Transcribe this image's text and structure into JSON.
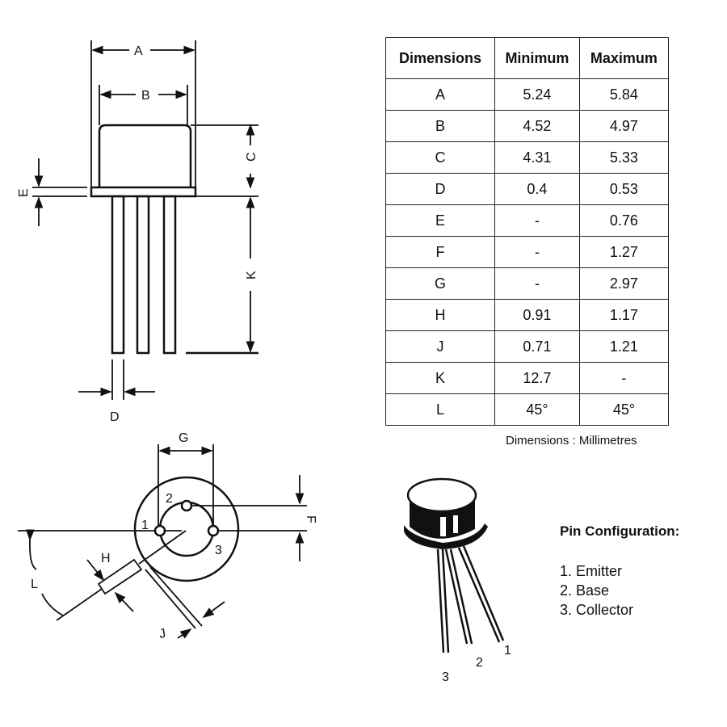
{
  "side_view": {
    "labels": {
      "A": "A",
      "B": "B",
      "C": "C",
      "E": "E",
      "K": "K",
      "D": "D"
    }
  },
  "bottom_view": {
    "labels": {
      "G": "G",
      "F": "F",
      "H": "H",
      "L": "L",
      "J": "J",
      "pin1": "1",
      "pin2": "2",
      "pin3": "3"
    }
  },
  "perspective_view": {
    "pin_labels": [
      "1",
      "2",
      "3"
    ]
  },
  "table": {
    "headers": [
      "Dimensions",
      "Minimum",
      "Maximum"
    ],
    "rows": [
      [
        "A",
        "5.24",
        "5.84"
      ],
      [
        "B",
        "4.52",
        "4.97"
      ],
      [
        "C",
        "4.31",
        "5.33"
      ],
      [
        "D",
        "0.4",
        "0.53"
      ],
      [
        "E",
        "-",
        "0.76"
      ],
      [
        "F",
        "-",
        "1.27"
      ],
      [
        "G",
        "-",
        "2.97"
      ],
      [
        "H",
        "0.91",
        "1.17"
      ],
      [
        "J",
        "0.71",
        "1.21"
      ],
      [
        "K",
        "12.7",
        "-"
      ],
      [
        "L",
        "45°",
        "45°"
      ]
    ],
    "note": "Dimensions : Millimetres"
  },
  "pin_configuration": {
    "title": "Pin Configuration:",
    "items": [
      "1. Emitter",
      "2. Base",
      "3. Collector"
    ]
  }
}
